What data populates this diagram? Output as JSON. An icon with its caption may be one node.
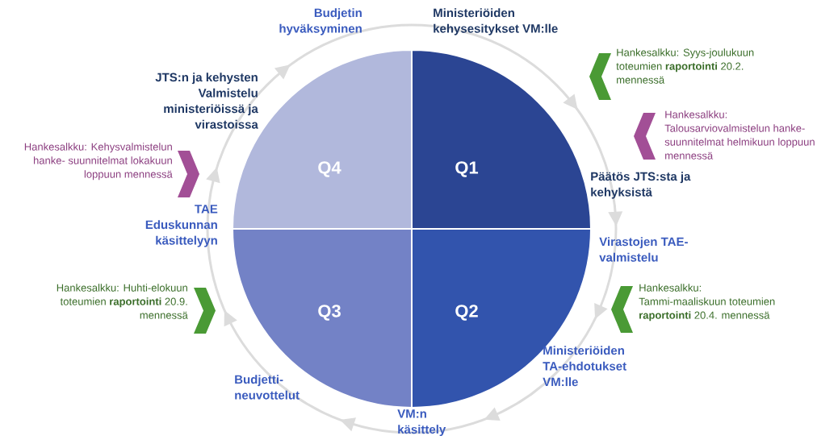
{
  "diagram": {
    "nodes": [
      {
        "text": [
          "Q4"
        ]
      },
      {
        "text": [
          "Q1"
        ]
      },
      {
        "text": [
          "Q3"
        ]
      },
      {
        "text": [
          "Q2"
        ]
      }
    ],
    "labels": [
      "Budjetin hyväksyminen",
      "Ministeriöiden kehysesitykset VM:lle",
      "Hankesalkku: Syys-joulukuun toteumien **raportointi** 20.2. mennessä",
      "JTS:n ja kehysten Valmistelu ministeriöissä ja virastoissa",
      "Hankesalkku: Talousarviovalmistelun hanke- suunnitelmat helmikuun loppuun mennessä",
      "Hankesalkku: Kehysvalmistelun hanke- suunnitelmat lokakuun loppuun mennessä",
      "Päätös JTS:sta ja kehyksistä",
      "TAE Eduskunnan käsittelyyn",
      "Virastojen TAE- valmistelu",
      "Hankesalkku: Huhti-elokuun toteumien **raportointi** 20.9. mennessä",
      "Hankesalkku: Tammi-maaliskuun toteumien **raportointi** 20.4. mennessä",
      "Ministeriöiden TA-ehdotukset VM:lle",
      "Budjetti- neuvottelut",
      "VM:n käsittely"
    ]
  }
}
